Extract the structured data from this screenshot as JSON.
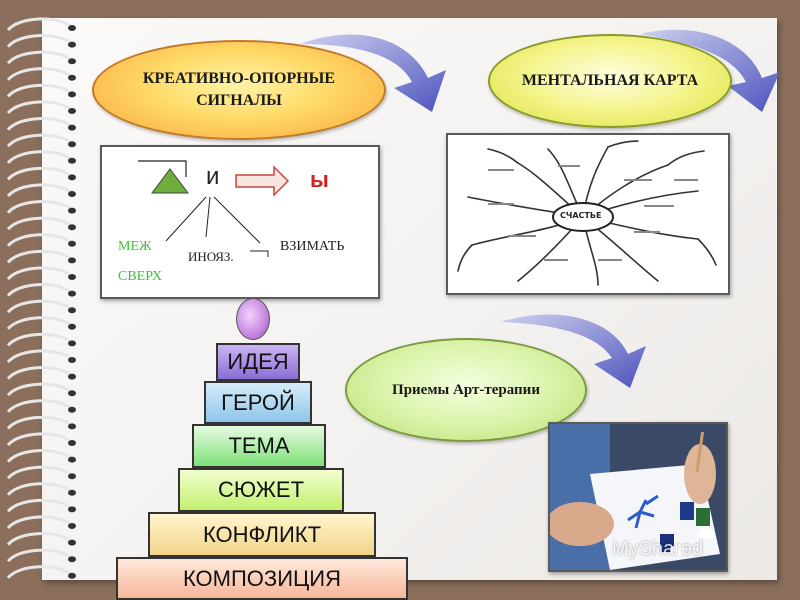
{
  "ovals": {
    "kos_line1": "КРЕАТИВНО-ОПОРНЫЕ",
    "kos_line2": "СИГНАЛЫ",
    "mental_map": "МЕНТАЛЬНАЯ КАРТА",
    "art_therapy": "Приемы Арт-терапии"
  },
  "rule_card": {
    "vowel_i": "и",
    "vowel_y": "ы",
    "prefix_mezh": "МЕЖ",
    "prefix_sverh": "СВЕРХ",
    "foreign": "ИНОЯЗ.",
    "root_example": "ВЗИМАТЬ"
  },
  "mind_map": {
    "center_word": "СЧАСТЬЕ"
  },
  "pyramid": {
    "steps": [
      "ИДЕЯ",
      "ГЕРОЙ",
      "ТЕМА",
      "СЮЖЕТ",
      "КОНФЛИКТ",
      "КОМПОЗИЦИЯ"
    ]
  },
  "watermark": {
    "text": "MyShared"
  },
  "colors": {
    "background": "#8b6f5c",
    "arrow": "#5a5fc0",
    "triangle": "#6fae3a",
    "prefix_green": "#3fbf3f",
    "vowel_red": "#d42020"
  }
}
